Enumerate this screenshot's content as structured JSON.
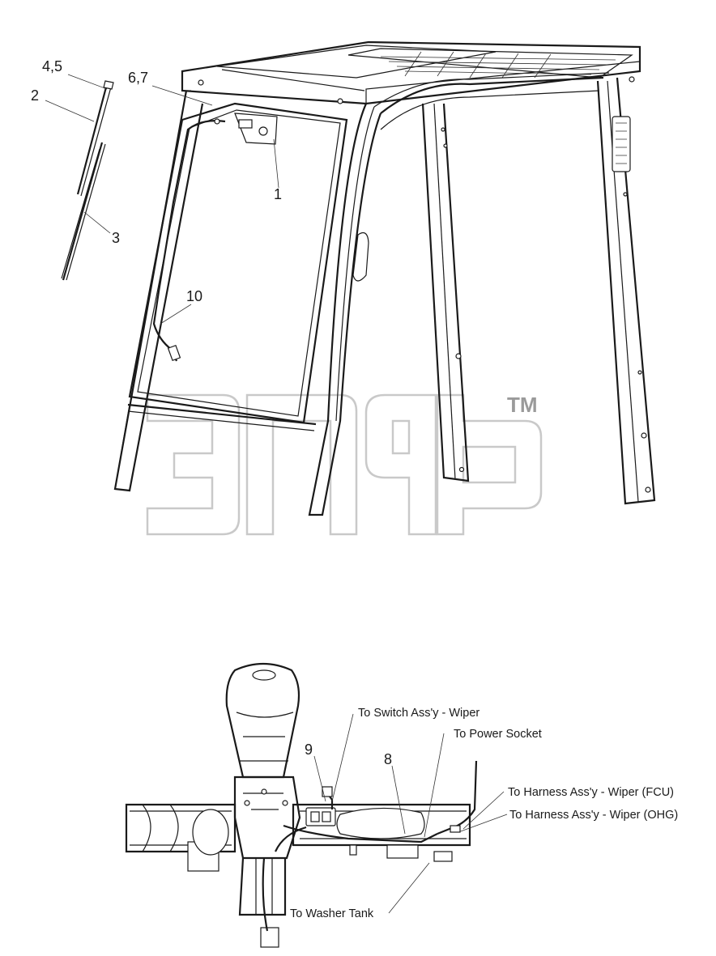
{
  "callouts": {
    "c45": "4,5",
    "c67": "6,7",
    "c2": "2",
    "c1": "1",
    "c3": "3",
    "c10": "10",
    "c9": "9",
    "c8": "8"
  },
  "notes": {
    "switch": "To Switch Ass'y - Wiper",
    "power": "To Power Socket",
    "fcu": "To Harness  Ass'y - Wiper (FCU)",
    "ohg": "To Harness  Ass'y - Wiper (OHG)",
    "washer": "To Washer Tank"
  },
  "watermark": {
    "tm": "TM"
  },
  "colors": {
    "line": "#1a1a1a",
    "watermark": "#c9c9c9"
  }
}
